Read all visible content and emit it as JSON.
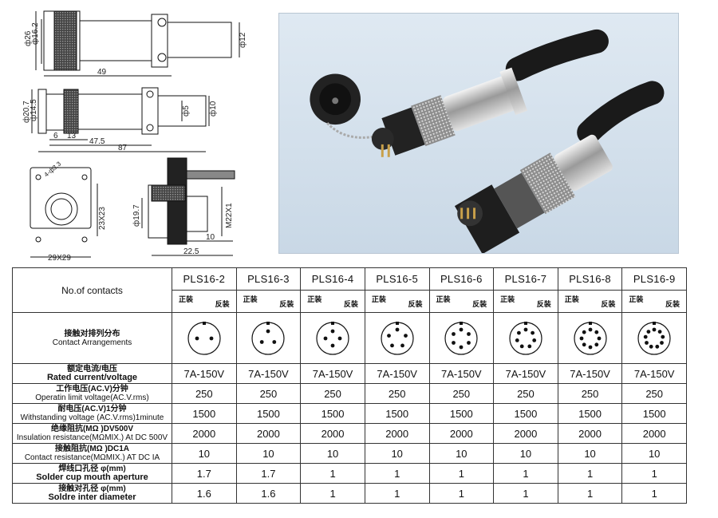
{
  "drawing": {
    "dims": {
      "d26": "ф26",
      "d16_2": "ф16.2",
      "d12": "ф12",
      "len49": "49",
      "d20_7": "ф20.7",
      "d14_5": "ф14.5",
      "d5": "ф5",
      "d10": "ф10",
      "l6": "6",
      "l13": "13",
      "l47_5": "47.5",
      "l87": "87",
      "hole": "4-ф3.3",
      "sq23": "23X23",
      "sq29": "29X29",
      "d19_7": "ф19.7",
      "m22": "M22X1",
      "l10": "10",
      "l22_5": "22.5"
    }
  },
  "table": {
    "header_label": "No.of contacts",
    "models": [
      "PLS16-2",
      "PLS16-3",
      "PLS16-4",
      "PLS16-5",
      "PLS16-6",
      "PLS16-7",
      "PLS16-8",
      "PLS16-9"
    ],
    "mount_labels": {
      "normal": "正装",
      "reverse": "反装"
    },
    "pin_counts": [
      2,
      3,
      4,
      5,
      6,
      7,
      8,
      9
    ],
    "rows": [
      {
        "zh": "接触对排列分布",
        "en": "Contact Arrangements"
      },
      {
        "zh": "额定电流/电压",
        "en": "Rated current/voltage",
        "values": [
          "7A-150V",
          "7A-150V",
          "7A-150V",
          "7A-150V",
          "7A-150V",
          "7A-150V",
          "7A-150V",
          "7A-150V"
        ]
      },
      {
        "zh": "工作电压(AC.V)分钟",
        "en": "Operatin limit voltage(AC.V.rms)",
        "values": [
          "250",
          "250",
          "250",
          "250",
          "250",
          "250",
          "250",
          "250"
        ]
      },
      {
        "zh": "耐电压(AC.V)1分钟",
        "en": "Withstanding voltage (AC.V.rms)1minute",
        "values": [
          "1500",
          "1500",
          "1500",
          "1500",
          "1500",
          "1500",
          "1500",
          "1500"
        ]
      },
      {
        "zh": "绝缘阻抗(MΩ )DV500V",
        "en": "Insulation resistance(MΩMIX.) At DC 500V",
        "values": [
          "2000",
          "2000",
          "2000",
          "2000",
          "2000",
          "2000",
          "2000",
          "2000"
        ]
      },
      {
        "zh": "接触阻抗(MΩ )DC1A",
        "en": "Contact resistance(MΩMIX.) AT DC IA",
        "values": [
          "10",
          "10",
          "10",
          "10",
          "10",
          "10",
          "10",
          "10"
        ]
      },
      {
        "zh": "焊线口孔径 φ(mm)",
        "en": "Solder cup mouth aperture",
        "values": [
          "1.7",
          "1.7",
          "1",
          "1",
          "1",
          "1",
          "1",
          "1"
        ]
      },
      {
        "zh": "接触对孔径 φ(mm)",
        "en": "Soldre inter diameter",
        "values": [
          "1.6",
          "1.6",
          "1",
          "1",
          "1",
          "1",
          "1",
          "1"
        ]
      }
    ]
  }
}
